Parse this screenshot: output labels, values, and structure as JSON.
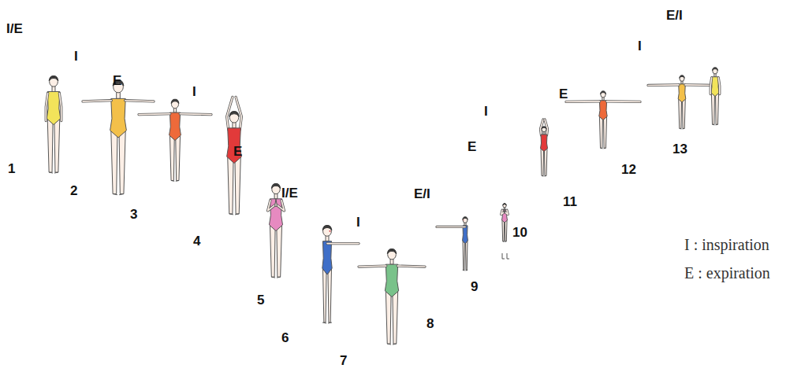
{
  "diagram": {
    "labels": [
      "I/E",
      "I",
      "E",
      "I",
      "E",
      "I/E",
      "I",
      "E/I",
      "E",
      "I",
      "E",
      "I",
      "E/I",
      "1",
      "2",
      "3",
      "4",
      "5",
      "6",
      "7",
      "8",
      "9",
      "10",
      "11",
      "12",
      "13"
    ],
    "legend": [
      {
        "text": "I : inspiration"
      },
      {
        "text": "E : expiration"
      }
    ]
  }
}
